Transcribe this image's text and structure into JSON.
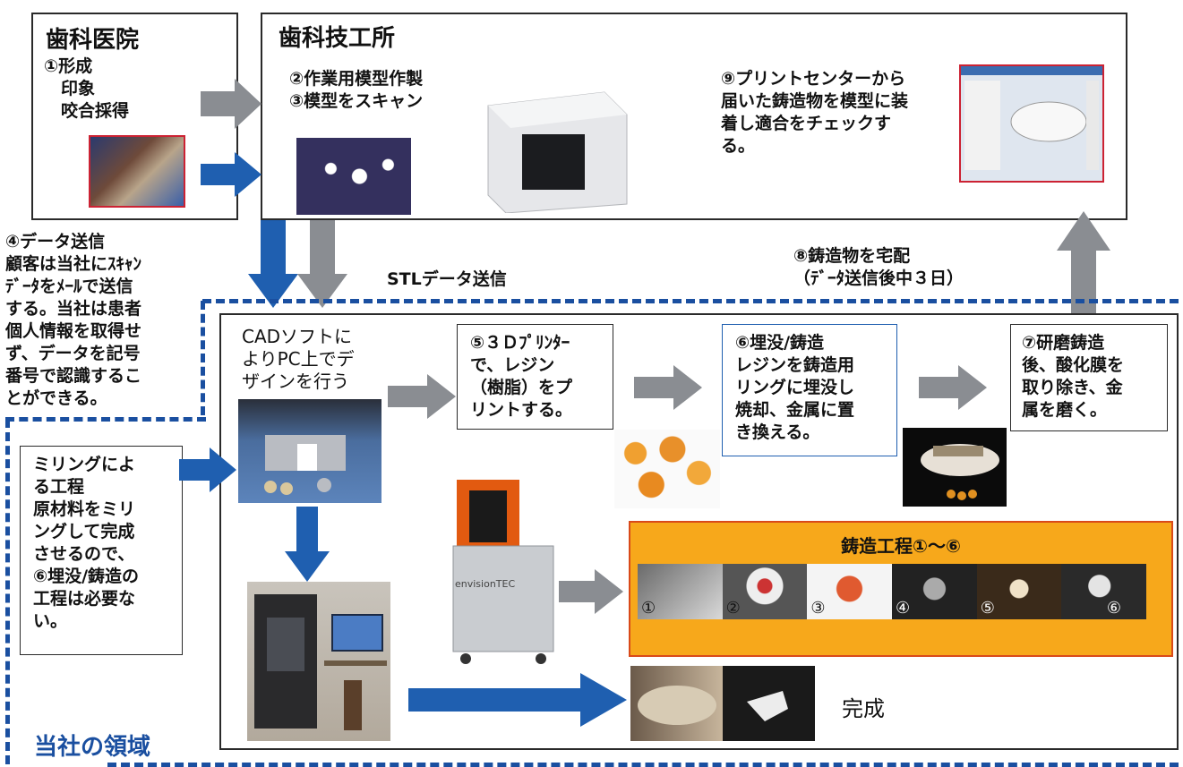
{
  "clinic": {
    "title": "歯科医院",
    "steps": "①形成\n　印象\n　咬合採得"
  },
  "lab": {
    "title": "歯科技工所",
    "steps": "②作業用模型作製\n③模型をスキャン",
    "step9": "⑨プリントセンターから\n届いた鋳造物を模型に装\n着し適合をチェックす\nる。"
  },
  "data_send": "④データ送信\n顧客は当社にｽｷｬﾝ\nﾃﾞｰﾀをﾒｰﾙで送信\nする。当社は患者\n個人情報を取得せ\nず、データを記号\n番号で認識するこ\nとができる。",
  "stl_label": "STLデータ送信",
  "delivery": "⑧鋳造物を宅配\n（ﾃﾞｰﾀ送信後中３日）",
  "cad_text": "CADソフトに\nよりPC上でデ\nザインを行う",
  "step5": "⑤３Ｄﾌﾟﾘﾝﾀｰ\nで、レジン\n（樹脂）をプ\nリントする。",
  "step6": "⑥埋没/鋳造\nレジンを鋳造用\nリングに埋没し\n焼却、金属に置\nき換える。",
  "step7": "⑦研磨鋳造\n後、酸化膜を\n取り除き、金\n属を磨く。",
  "milling": "ミリングによ\nる工程\n原材料をミリ\nングして完成\nさせるので、\n⑥埋没/鋳造の\n工程は必要な\nい。",
  "casting": {
    "title": "鋳造工程①～⑥",
    "numbers": [
      "①",
      "②",
      "③",
      "④",
      "⑤",
      "⑥"
    ]
  },
  "printer_brand": "envisionTEC",
  "complete": "完成",
  "our_area": "当社の領域",
  "colors": {
    "blue_arrow": "#1f5fb0",
    "gray_arrow": "#8a8d92",
    "dash_blue": "#1a4fa0",
    "casting_orange": "#f7a81b",
    "casting_border": "#d94a1a",
    "our_area_text": "#1a4fa0"
  }
}
